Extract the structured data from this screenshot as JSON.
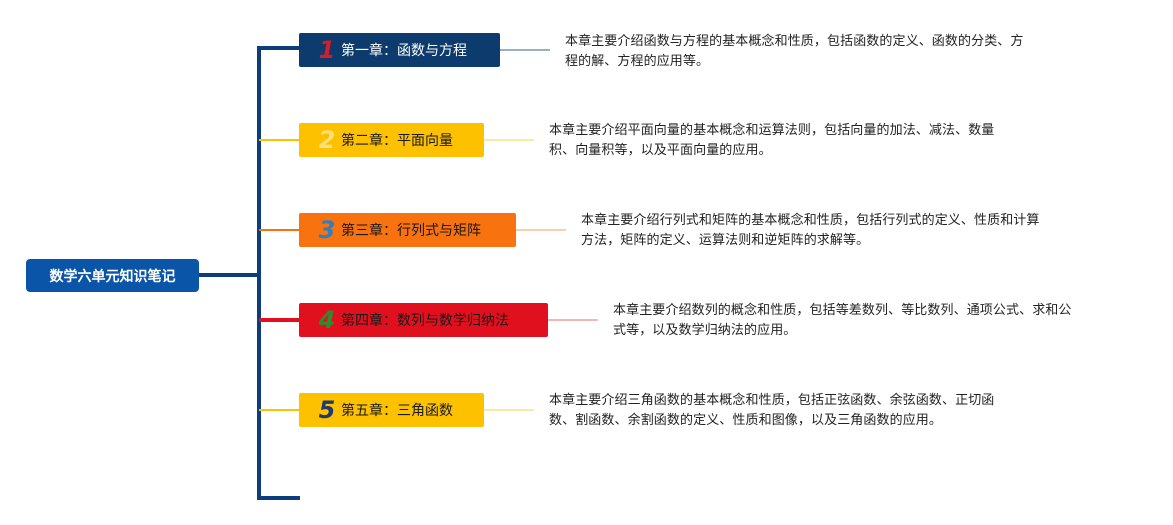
{
  "root": {
    "label": "数学六单元知识笔记",
    "color": "#0b55a8"
  },
  "trunk_color": "#0d3d7a",
  "chapters": [
    {
      "number": "1",
      "title": "第一章：函数与方程",
      "bg": "#0d3b6e",
      "text_color": "#ffffff",
      "number_color": "#d81b2a",
      "line_color": "#5a7fa6",
      "desc_lines": [
        "本章主要介绍函数与方程的基本概念和性质，包括函数的定义、函数的分类、方",
        "程的解、方程的应用等。"
      ]
    },
    {
      "number": "2",
      "title": "第二章：平面向量",
      "bg": "#fdc100",
      "text_color": "#1a1a1a",
      "number_color": "#fde07a",
      "line_color": "#f7dc6a",
      "desc_lines": [
        "本章主要介绍平面向量的基本概念和运算法则，包括向量的加法、减法、数量",
        "积、向量积等，以及平面向量的应用。"
      ]
    },
    {
      "number": "3",
      "title": "第三章：行列式与矩阵",
      "bg": "#f8720f",
      "text_color": "#1a1a1a",
      "number_color": "#2f7fc1",
      "line_color": "#f7b27a",
      "desc_lines": [
        "本章主要介绍行列式和矩阵的基本概念和性质，包括行列式的定义、性质和计算",
        "方法，矩阵的定义、运算法则和逆矩阵的求解等。"
      ]
    },
    {
      "number": "4",
      "title": "第四章：数列与数学归纳法",
      "bg": "#e0101f",
      "text_color": "#1a1a1a",
      "number_color": "#2e8b2e",
      "line_color": "#ec8a8a",
      "desc_lines": [
        "本章主要介绍数列的概念和性质，包括等差数列、等比数列、通项公式、求和公",
        "式等，以及数学归纳法的应用。"
      ]
    },
    {
      "number": "5",
      "title": "第五章：三角函数",
      "bg": "#fdc100",
      "text_color": "#1a1a1a",
      "number_color": "#1f3a6e",
      "line_color": "#f7dc6a",
      "desc_lines": [
        "本章主要介绍三角函数的基本概念和性质，包括正弦函数、余弦函数、正切函",
        "数、割函数、余割函数的定义、性质和图像，以及三角函数的应用。"
      ]
    }
  ]
}
